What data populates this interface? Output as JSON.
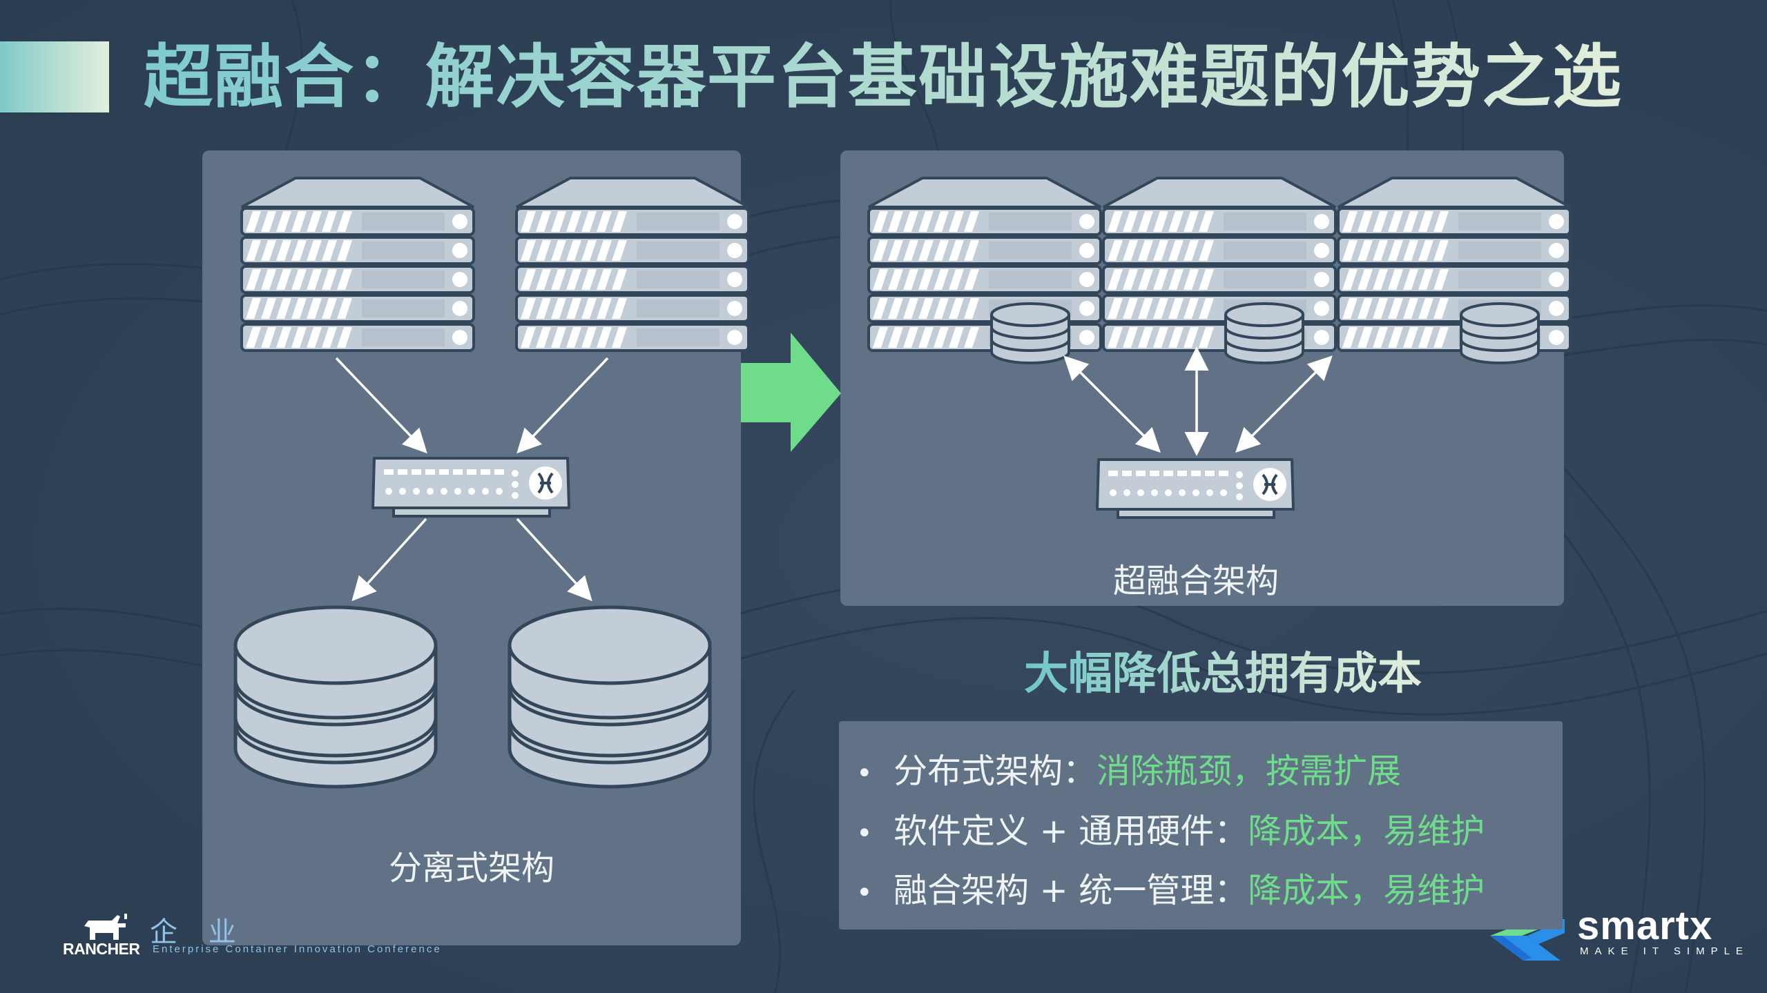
{
  "slide": {
    "title": "超融合：解决容器平台基础设施难题的优势之选",
    "left_panel": {
      "label": "分离式架构"
    },
    "right_panel": {
      "label": "超融合架构"
    },
    "subtitle": "大幅降低总拥有成本",
    "bullets": [
      {
        "marker": "•",
        "text": "分布式架构：",
        "highlight": "消除瓶颈，按需扩展"
      },
      {
        "marker": "•",
        "text": "软件定义 + 通用硬件：",
        "highlight": "降成本，易维护"
      },
      {
        "marker": "•",
        "text": "融合架构 + 统一管理：",
        "highlight": "降成本，易维护"
      }
    ]
  },
  "footer": {
    "rancher_logo": "RANCHER",
    "conference_cn": "企 业",
    "conference_en": "Enterprise Container Innovation Conference",
    "smartx_logo": "smartx",
    "smartx_tagline": "MAKE IT SIMPLE"
  },
  "colors": {
    "background": "#2f4257",
    "panel": "#617286",
    "arrow": "#6fdc8c",
    "highlight": "#6fdc8c",
    "title_gradient_start": "#7fcbcf",
    "title_gradient_end": "#e2eedb",
    "device_fill": "#c3cdd7",
    "device_stroke": "#34465a"
  },
  "icons": [
    "server-rack-icon",
    "network-switch-icon",
    "database-icon",
    "arrow-right-icon",
    "smartx-logo-icon",
    "rancher-logo-icon"
  ]
}
